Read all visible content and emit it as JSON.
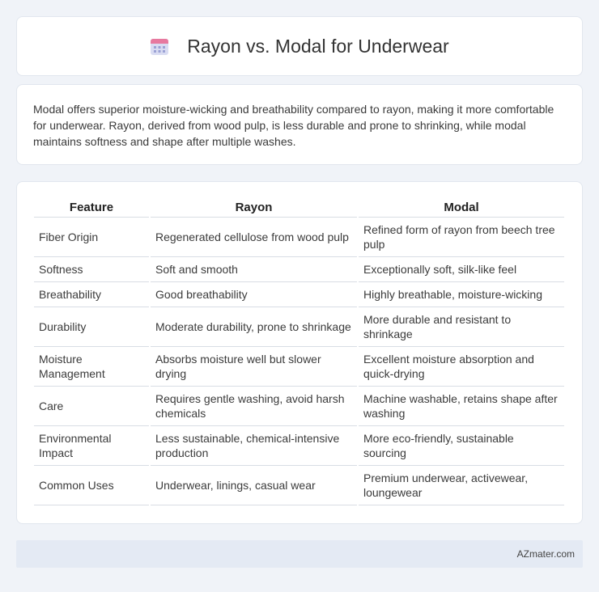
{
  "page": {
    "title": "Rayon vs. Modal for Underwear",
    "title_icon": "calendar-icon",
    "summary": "Modal offers superior moisture-wicking and breathability compared to rayon, making it more comfortable for underwear. Rayon, derived from wood pulp, is less durable and prone to shrinking, while modal maintains softness and shape after multiple washes."
  },
  "table": {
    "headers": [
      "Feature",
      "Rayon",
      "Modal"
    ],
    "rows": [
      {
        "feature": "Fiber Origin",
        "rayon": "Regenerated cellulose from wood pulp",
        "modal": "Refined form of rayon from beech tree pulp"
      },
      {
        "feature": "Softness",
        "rayon": "Soft and smooth",
        "modal": "Exceptionally soft, silk-like feel"
      },
      {
        "feature": "Breathability",
        "rayon": "Good breathability",
        "modal": "Highly breathable, moisture-wicking"
      },
      {
        "feature": "Durability",
        "rayon": "Moderate durability, prone to shrinkage",
        "modal": "More durable and resistant to shrinkage"
      },
      {
        "feature": "Moisture Management",
        "rayon": "Absorbs moisture well but slower drying",
        "modal": "Excellent moisture absorption and quick-drying"
      },
      {
        "feature": "Care",
        "rayon": "Requires gentle washing, avoid harsh chemicals",
        "modal": "Machine washable, retains shape after washing"
      },
      {
        "feature": "Environmental Impact",
        "rayon": "Less sustainable, chemical-intensive production",
        "modal": "More eco-friendly, sustainable sourcing"
      },
      {
        "feature": "Common Uses",
        "rayon": "Underwear, linings, casual wear",
        "modal": "Premium underwear, activewear, loungewear"
      }
    ]
  },
  "footer": {
    "brand": "AZmater.com"
  },
  "colors": {
    "background": "#f0f3f8",
    "card": "#ffffff",
    "footer": "#e4eaf4",
    "icon_accent": "#e57da8",
    "icon_body": "#c9cfe8"
  }
}
